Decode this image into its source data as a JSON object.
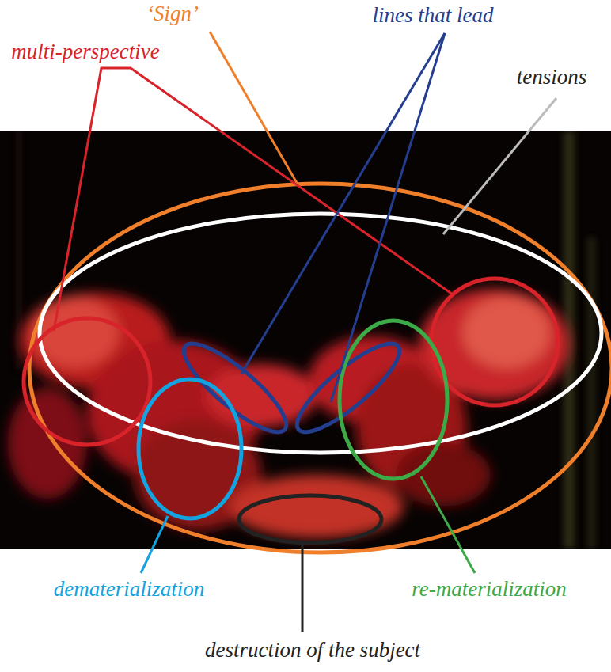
{
  "diagram": {
    "labels": [
      "‘Sign’",
      "multi-perspective",
      "lines that lead",
      "tensions",
      "dematerialization",
      "re-materialization",
      "destruction of the subject"
    ]
  }
}
